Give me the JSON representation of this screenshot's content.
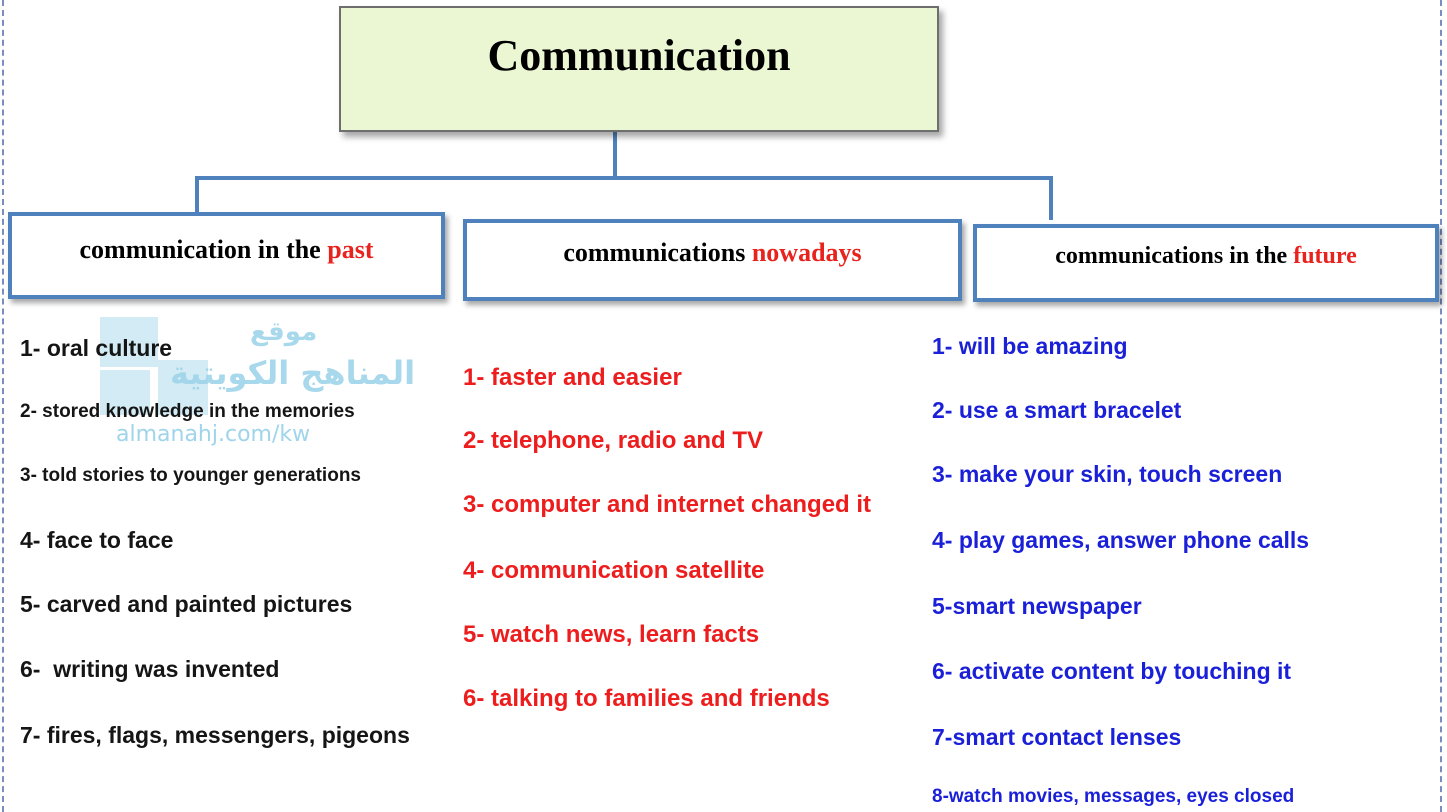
{
  "title": "Communication",
  "categories": {
    "past": {
      "prefix": "communication in the ",
      "highlight": "past"
    },
    "now": {
      "prefix": "communications ",
      "highlight": "nowadays"
    },
    "future": {
      "prefix": "communications in the ",
      "highlight": "future"
    }
  },
  "past_items": [
    "1- oral culture",
    "2- stored knowledge in the memories",
    "3-  told stories to younger generations",
    "4- face to face",
    "5- carved and painted pictures",
    "6-  writing was invented",
    "7- fires, flags, messengers, pigeons"
  ],
  "now_items": [
    "1- faster and easier",
    "2- telephone, radio and TV",
    "3- computer and internet changed it",
    "4- communication satellite",
    "5- watch news, learn facts",
    "6- talking to families and friends"
  ],
  "future_items": [
    "1- will be amazing",
    "2- use a smart bracelet",
    "3- make your skin, touch screen",
    "4- play games, answer phone calls",
    "5-smart newspaper",
    "6- activate content by touching it",
    "7-smart contact lenses",
    "8-watch movies, messages, eyes closed"
  ],
  "watermark": {
    "line1": "موقع",
    "line2": "المناهج الكويتية",
    "url": "almanahj.com/kw"
  },
  "colors": {
    "accent_blue": "#4f81bd",
    "highlight_red": "#e8231e",
    "future_blue": "#1a1fd8",
    "title_fill": "#ebf7d3"
  }
}
